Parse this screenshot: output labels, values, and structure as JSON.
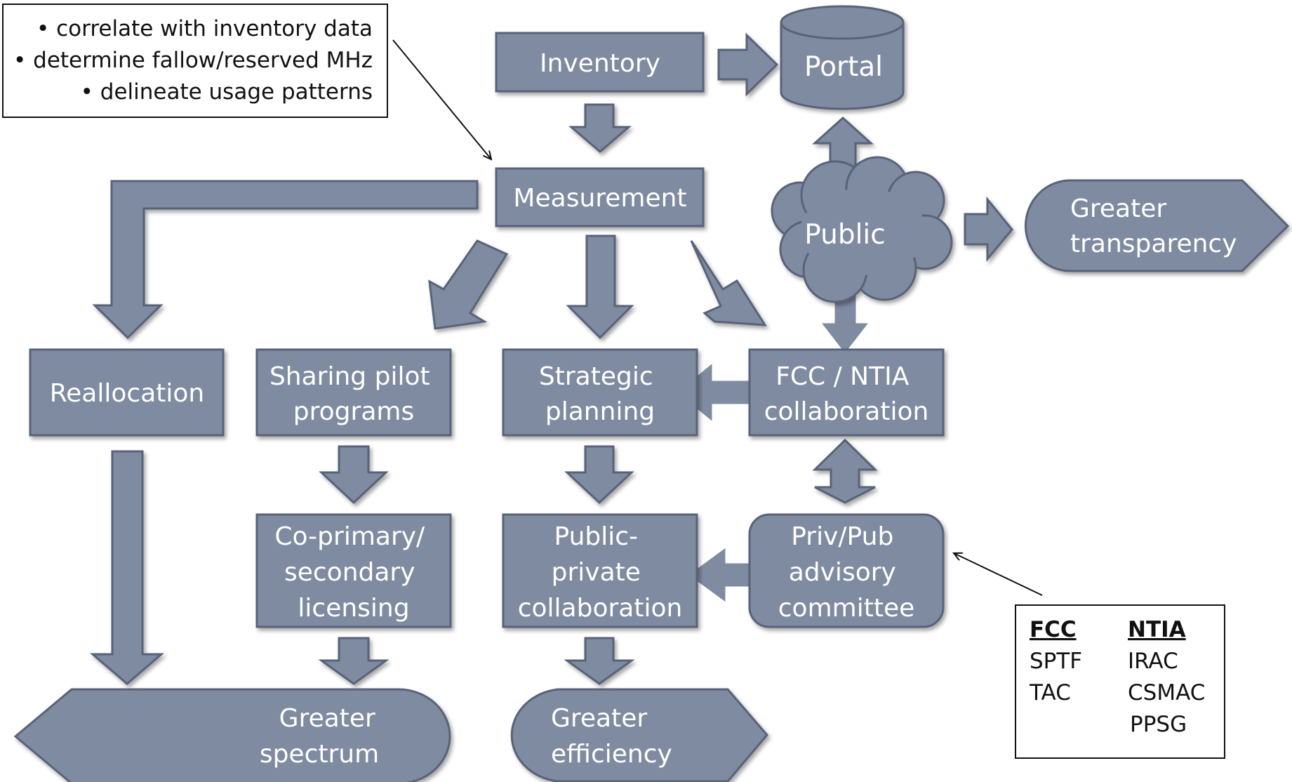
{
  "colors": {
    "fill": "#7f8ba0",
    "stroke": "#58647a",
    "text": "#ffffff",
    "ink": "#111111"
  },
  "nodes": {
    "inventory": "Inventory",
    "portal": "Portal",
    "measurement": "Measurement",
    "public": "Public",
    "transparency": [
      "Greater",
      "transparency"
    ],
    "reallocation": "Reallocation",
    "sharing_pilot": [
      "Sharing pilot",
      "programs"
    ],
    "strategic": [
      "Strategic",
      "planning"
    ],
    "fcc_ntia": [
      "FCC / NTIA",
      "collaboration"
    ],
    "coprimary": [
      "Co-primary/",
      "secondary",
      "licensing"
    ],
    "public_private": [
      "Public-",
      "private",
      "collaboration"
    ],
    "advisory": [
      "Priv/Pub",
      "advisory",
      "committee"
    ],
    "spectrum": [
      "Greater",
      "spectrum"
    ],
    "efficiency": [
      "Greater",
      "efficiency"
    ]
  },
  "note": {
    "bullets": [
      "correlate with inventory data",
      "determine fallow/reserved MHz",
      "delineate usage patterns"
    ]
  },
  "legend": {
    "fcc": {
      "heading": "FCC",
      "items": [
        "SPTF",
        "TAC"
      ]
    },
    "ntia": {
      "heading": "NTIA",
      "items": [
        "IRAC",
        "CSMAC",
        "PPSG"
      ]
    }
  }
}
